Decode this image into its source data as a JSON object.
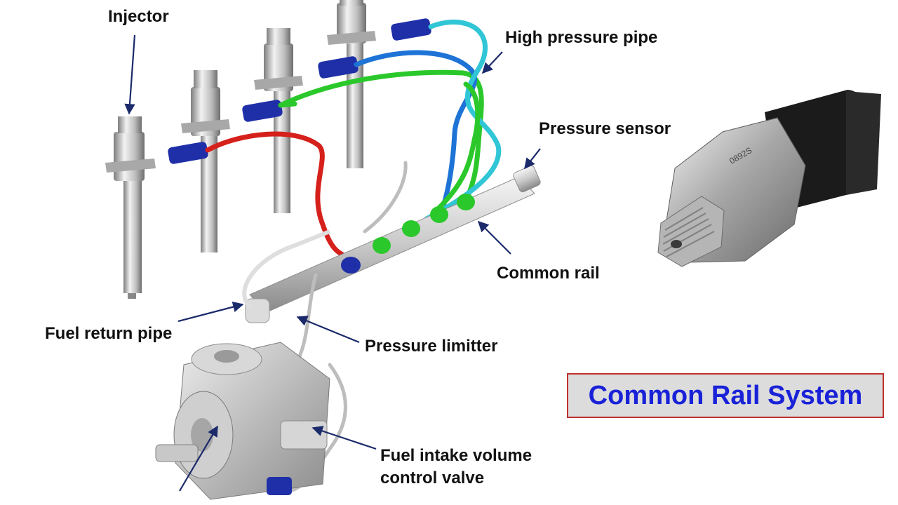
{
  "labels": {
    "injector": "Injector",
    "high_pressure_pipe": "High pressure pipe",
    "pressure_sensor": "Pressure sensor",
    "common_rail": "Common rail",
    "fuel_return_pipe": "Fuel return pipe",
    "pressure_limitter": "Pressure limitter",
    "fuel_intake_volume_control_valve_line1": "Fuel intake volume",
    "fuel_intake_volume_control_valve_line2": "control valve"
  },
  "title": "Common Rail System",
  "sensor_marking": "0892S",
  "colors": {
    "title_text": "#1a22d8",
    "title_border": "#c03030",
    "title_background": "#dcdcdc",
    "pointer_arrow": "#1b2a6b",
    "pipe_red": "#d6201b",
    "pipe_green": "#2bc82b",
    "pipe_blue": "#1e73d6",
    "pipe_cyan": "#31c6d6",
    "fitting_blue": "#1f2fa8"
  }
}
